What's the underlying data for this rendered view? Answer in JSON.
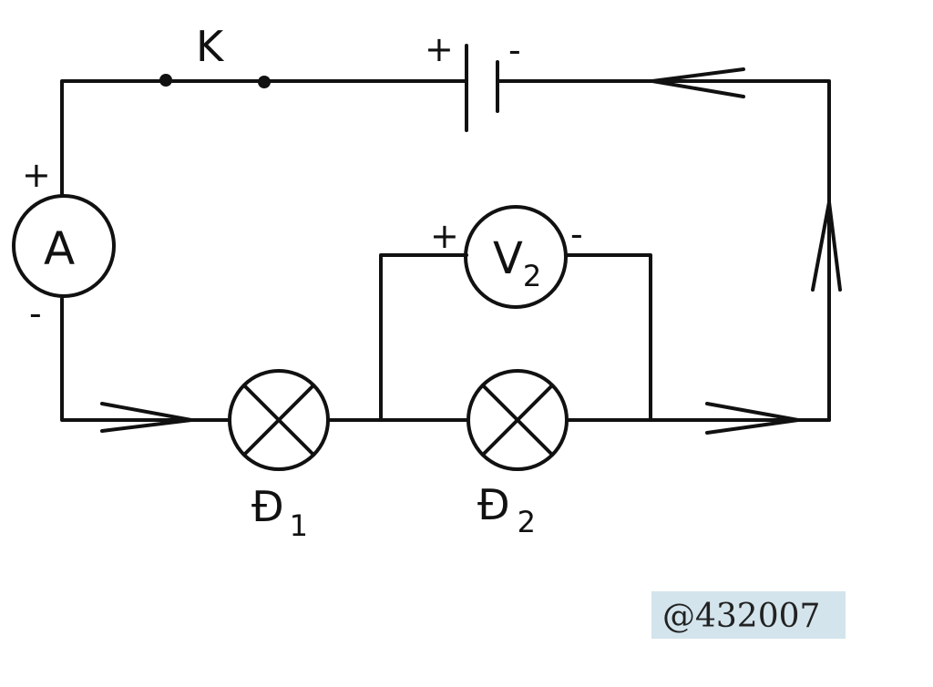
{
  "switch": {
    "label": "K"
  },
  "battery": {
    "plus": "+",
    "minus": "-"
  },
  "ammeter": {
    "label": "A",
    "plus": "+",
    "minus": "-"
  },
  "voltmeter": {
    "letter": "V",
    "sub": "2",
    "plus": "+",
    "minus": "-"
  },
  "lamp1": {
    "letter": "Đ",
    "sub": "1"
  },
  "lamp2": {
    "letter": "Đ",
    "sub": "2"
  },
  "watermark": {
    "text": "@432007"
  },
  "colors": {
    "wire": "#111111",
    "watermark_bg": "#d3e4ec"
  }
}
